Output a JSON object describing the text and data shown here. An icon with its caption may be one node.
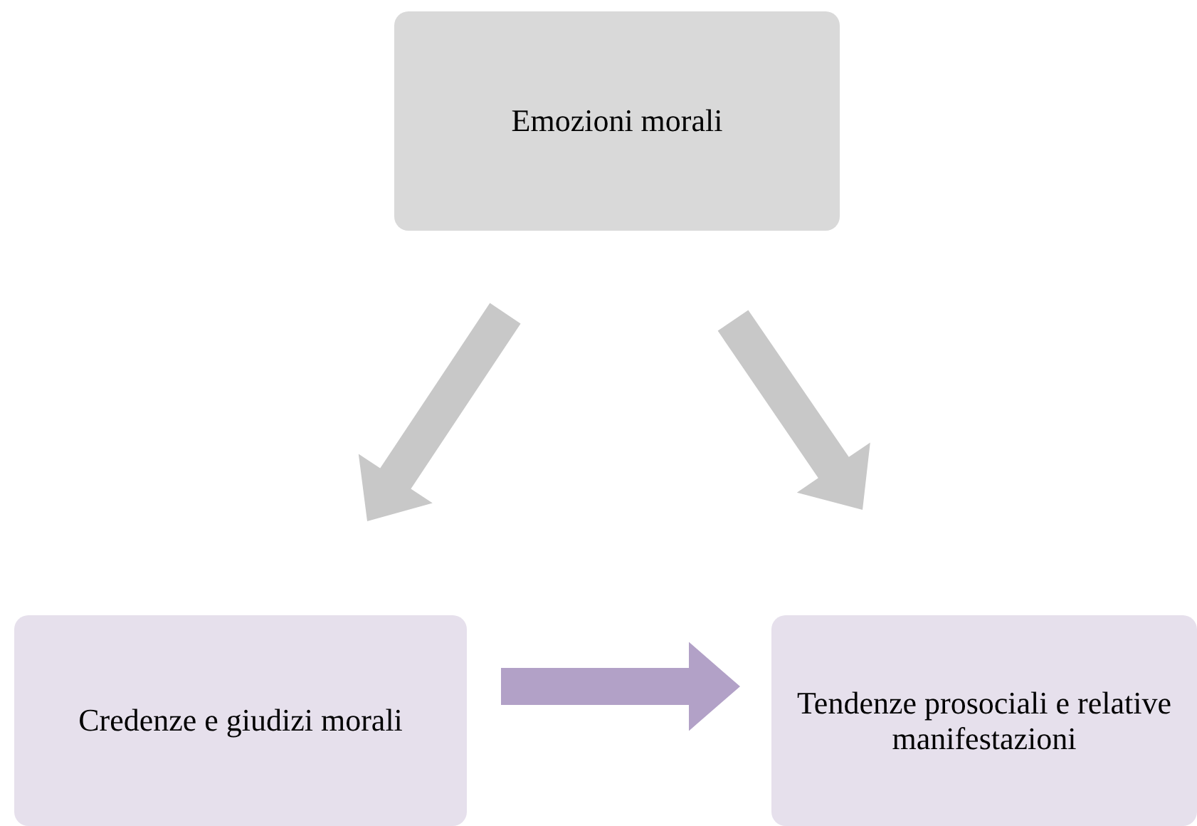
{
  "diagram": {
    "nodes": [
      {
        "text": [
          "Emozioni morali"
        ]
      },
      {
        "text": [
          "Credenze e giudizi morali"
        ]
      },
      {
        "text": [
          "Tendenze prosociali e relative manifestazioni"
        ]
      }
    ],
    "edges": [
      {
        "from": 0,
        "to": 1,
        "arrow": "to",
        "style": "thick"
      },
      {
        "from": 0,
        "to": 2,
        "arrow": "to",
        "style": "thick"
      },
      {
        "from": 1,
        "to": 2,
        "arrow": "to",
        "style": "thick",
        "color": "#b2a1c7"
      }
    ]
  }
}
